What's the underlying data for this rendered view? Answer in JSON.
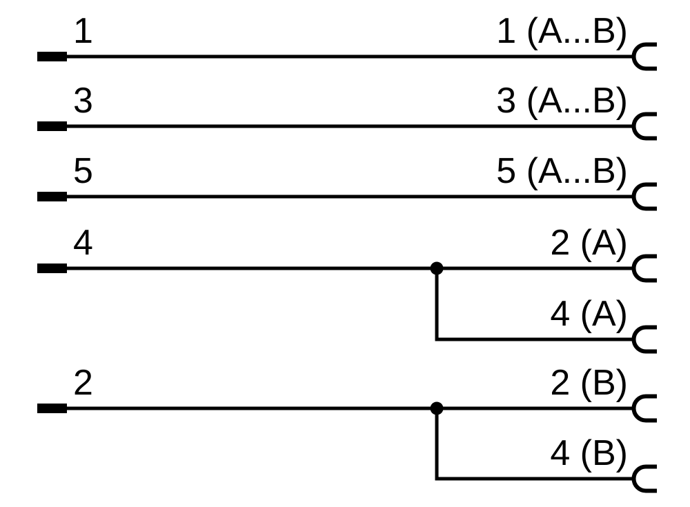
{
  "diagram": {
    "type": "pin-connection-wiring-diagram",
    "colors": {
      "line": "#000000",
      "background": "#ffffff"
    },
    "icons": {
      "terminal_right": "socket-contact-icon",
      "terminal_left": "pin-stub",
      "branch_point": "junction-dot"
    }
  },
  "wires": [
    {
      "left_label": "1",
      "right_label": "1 (A...B)"
    },
    {
      "left_label": "3",
      "right_label": "3 (A...B)"
    },
    {
      "left_label": "5",
      "right_label": "5 (A...B)"
    },
    {
      "left_label": "4",
      "right_label": "2 (A)",
      "branch_label": "4 (A)"
    },
    {
      "left_label": "2",
      "right_label": "2 (B)",
      "branch_label": "4 (B)"
    }
  ]
}
